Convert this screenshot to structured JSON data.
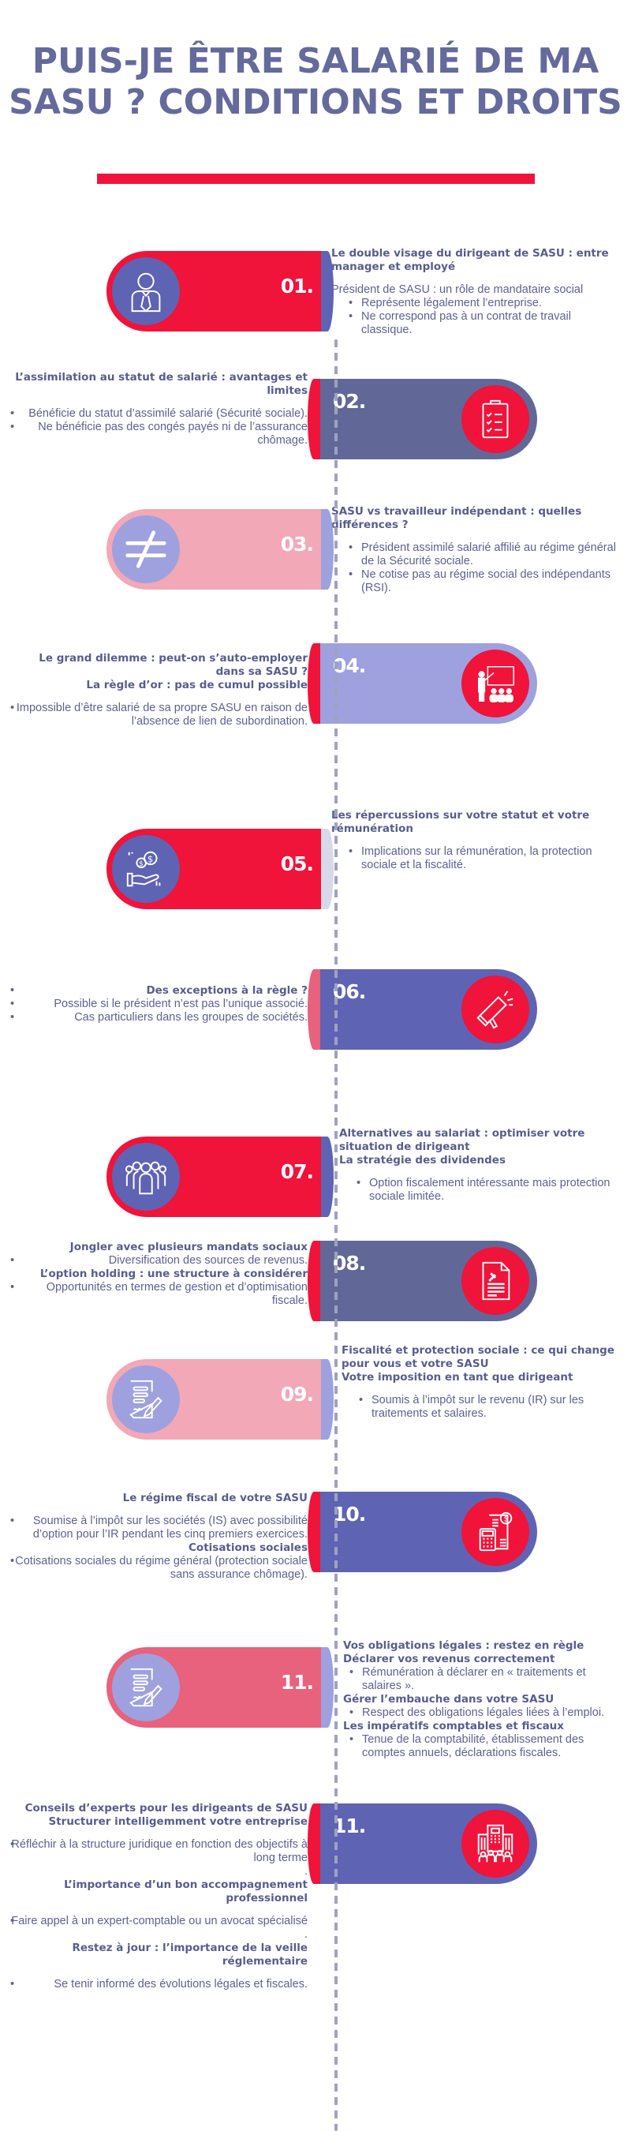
{
  "title": {
    "line1": "PUIS-JE ÊTRE SALARIÉ DE MA",
    "line2": "SASU ? CONDITIONS ET DROITS"
  },
  "colors": {
    "title": "#646a9c",
    "red": "#f0133a",
    "slate": "#616898",
    "indigo": "#5f63b3",
    "pink": "#f2a8b7",
    "lavender": "#9ea1de",
    "rose": "#e8617d",
    "timeline": "#9fa2bf"
  },
  "steps": [
    {
      "number": "01.",
      "icon": "businessman-icon",
      "heading": "Le double visage du dirigeant de SASU : entre manager et employé",
      "intro": "Président de SASU : un rôle de mandataire social",
      "bullets": [
        "Représente légalement l’entreprise.",
        "Ne correspond pas à un contrat de travail classique."
      ]
    },
    {
      "number": "02.",
      "icon": "clipboard-checklist-icon",
      "heading": "L’assimilation au statut de salarié : avantages et limites",
      "bullets": [
        "Bénéficie du statut d’assimilé salarié (Sécurité sociale).",
        "Ne bénéficie pas des congés payés ni de l’assurance chômage."
      ]
    },
    {
      "number": "03.",
      "icon": "not-equal-icon",
      "heading": "SASU vs travailleur indépendant : quelles différences ?",
      "bullets": [
        "Président assimilé salarié affilié au régime général de la Sécurité sociale.",
        "Ne cotise pas au régime social des indépendants (RSI)."
      ]
    },
    {
      "number": "04.",
      "icon": "teacher-presentation-icon",
      "heading": "Le grand dilemme : peut-on s’auto-employer dans sa SASU ?",
      "subheading": "La règle d’or : pas de cumul possible",
      "bullets": [
        "Impossible d’être salarié de sa propre SASU en raison de l’absence de lien de subordination."
      ]
    },
    {
      "number": "05.",
      "icon": "hand-coins-icon",
      "heading": "Les répercussions sur votre statut et votre rémunération",
      "bullets": [
        "Implications sur la rémunération, la protection sociale et la fiscalité."
      ]
    },
    {
      "number": "06.",
      "icon": "megaphone-icon",
      "heading": "Des exceptions à la règle ?",
      "bullets": [
        "Possible si le président n’est pas l’unique associé.",
        "Cas particuliers dans les groupes de sociétés."
      ]
    },
    {
      "number": "07.",
      "icon": "group-people-icon",
      "heading": "Alternatives au salariat : optimiser votre situation de dirigeant",
      "subheading": "La stratégie des dividendes",
      "bullets": [
        "Option fiscalement intéressante mais protection sociale limitée."
      ]
    },
    {
      "number": "08.",
      "icon": "legal-document-icon",
      "heading": "Jongler avec plusieurs mandats sociaux",
      "bullets": [
        "Diversification des sources de revenus."
      ],
      "heading2": "L’option holding : une structure à considérer",
      "bullets2": [
        "Opportunités en termes de gestion et d’optimisation fiscale."
      ]
    },
    {
      "number": "09.",
      "icon": "signed-contract-icon",
      "heading": "Fiscalité et protection sociale : ce qui change pour vous et votre SASU",
      "subheading": "Votre imposition en tant que dirigeant",
      "bullets": [
        "Soumis à l’impôt sur le revenu (IR) sur les traitements et salaires."
      ]
    },
    {
      "number": "10.",
      "icon": "calculator-tax-icon",
      "heading": "Le régime fiscal de votre SASU",
      "bullets": [
        "Soumise à l’impôt sur les sociétés (IS) avec possibilité d’option pour l’IR pendant les cinq premiers exercices."
      ],
      "heading2": "Cotisations sociales",
      "bullets2": [
        "Cotisations sociales du régime général (protection sociale sans assurance chômage)."
      ]
    },
    {
      "number": "11.",
      "icon": "signed-contract-icon",
      "heading": "Vos obligations légales : restez en règle",
      "sections": [
        {
          "heading": "Déclarer vos revenus correctement",
          "bullet": "Rémunération à déclarer en « traitements et salaires »."
        },
        {
          "heading": "Gérer l’embauche dans votre SASU",
          "bullet": "Respect des obligations légales liées à l’emploi."
        },
        {
          "heading": "Les impératifs comptables et fiscaux",
          "bullet": "Tenue de la comptabilité, établissement des comptes annuels, déclarations fiscales."
        }
      ]
    },
    {
      "number": "11.",
      "icon": "office-building-team-icon",
      "heading": "Conseils d’experts pour les dirigeants de SASU",
      "subheading": "Structurer intelligemment votre entreprise",
      "bullets": [
        "Réfléchir à la structure juridique en fonction des objectifs à long terme"
      ],
      "stray_dot": ".",
      "heading2": "L’importance d’un bon accompagnement professionnel",
      "bullets2": [
        "Faire appel à un expert-comptable ou un avocat spécialisé"
      ],
      "stray_dot2": ".",
      "heading3": "Restez à jour : l’importance de la veille réglementaire",
      "bullets3": [
        "Se tenir informé des évolutions légales et fiscales."
      ]
    }
  ]
}
